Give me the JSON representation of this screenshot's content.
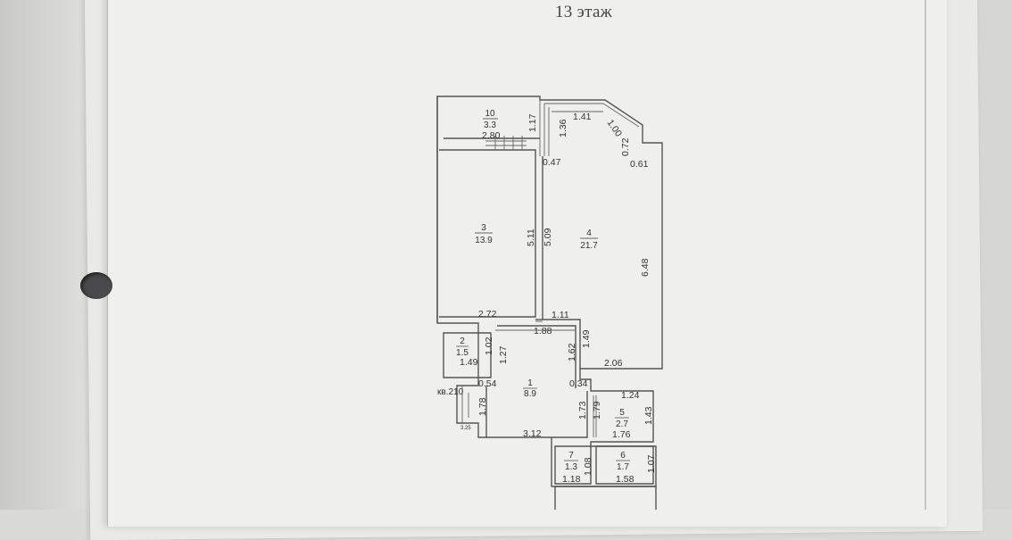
{
  "document": {
    "floor_title": "13 этаж",
    "apartment_label": "кв.210"
  },
  "rooms": [
    {
      "id": "r1",
      "number": "1",
      "area": "8.9"
    },
    {
      "id": "r2",
      "number": "2",
      "area": "1.5"
    },
    {
      "id": "r3",
      "number": "3",
      "area": "13.9"
    },
    {
      "id": "r4",
      "number": "4",
      "area": "21.7"
    },
    {
      "id": "r5",
      "number": "5",
      "area": "2.7"
    },
    {
      "id": "r6",
      "number": "6",
      "area": "1.7"
    },
    {
      "id": "r7",
      "number": "7",
      "area": "1.3"
    },
    {
      "id": "r10",
      "number": "10",
      "area": "3.3"
    }
  ],
  "dimensions": [
    "2.80",
    "1.17",
    "1.41",
    "1.36",
    "1.00",
    "0.72",
    "0.47",
    "0.61",
    "5.11",
    "5.09",
    "6.48",
    "2.72",
    "1.11",
    "1.88",
    "1.49",
    "1.02",
    "1.27",
    "1.49",
    "1.62",
    "2.06",
    "0.54",
    "0.34",
    "1.24",
    "1.78",
    "1.73",
    "1.79",
    "1.43",
    "3.12",
    "1.76",
    "1.08",
    "1.07",
    "1.18",
    "1.58",
    "3.25"
  ]
}
